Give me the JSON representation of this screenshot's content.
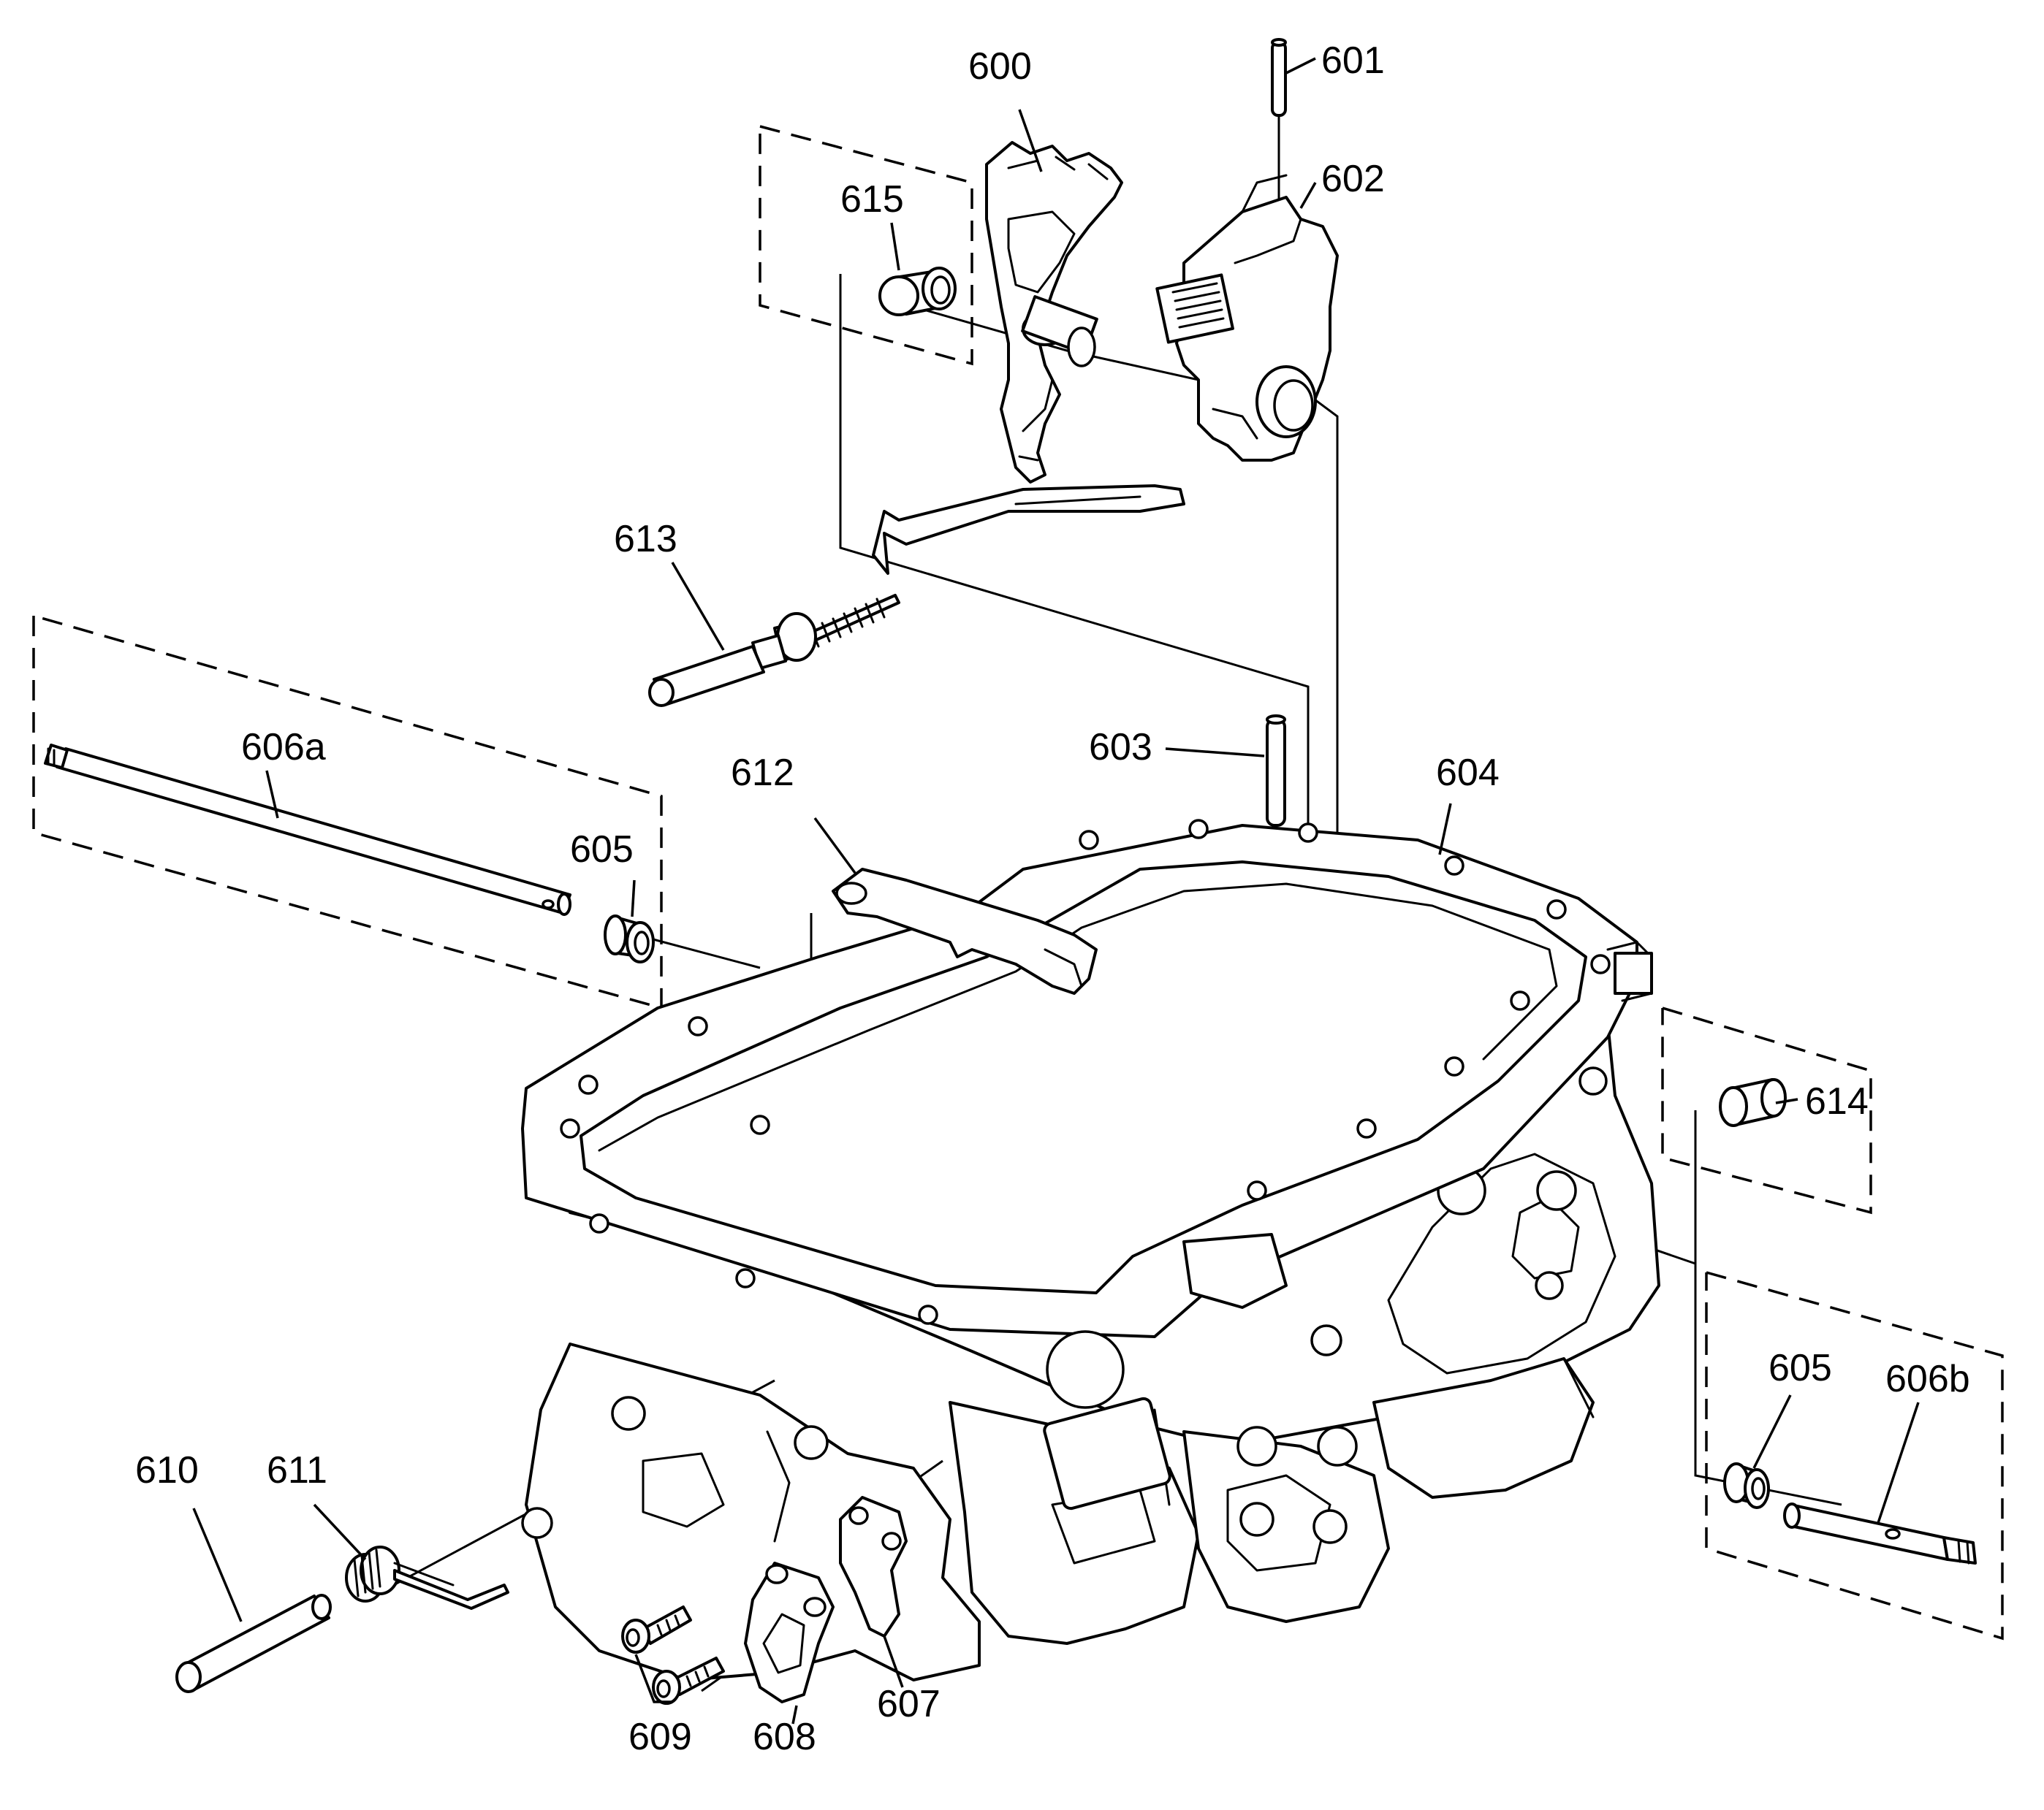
{
  "diagram": {
    "type": "exploded-parts-view",
    "colors": {
      "line": "#000000",
      "background": "#ffffff"
    },
    "callouts": {
      "c600": "600",
      "c601": "601",
      "c602": "602",
      "c603": "603",
      "c604": "604",
      "c605_upper": "605",
      "c605_lower": "605",
      "c606a": "606a",
      "c606b": "606b",
      "c607": "607",
      "c608": "608",
      "c609": "609",
      "c610": "610",
      "c611": "611",
      "c612": "612",
      "c613": "613",
      "c614": "614",
      "c615": "615"
    }
  }
}
